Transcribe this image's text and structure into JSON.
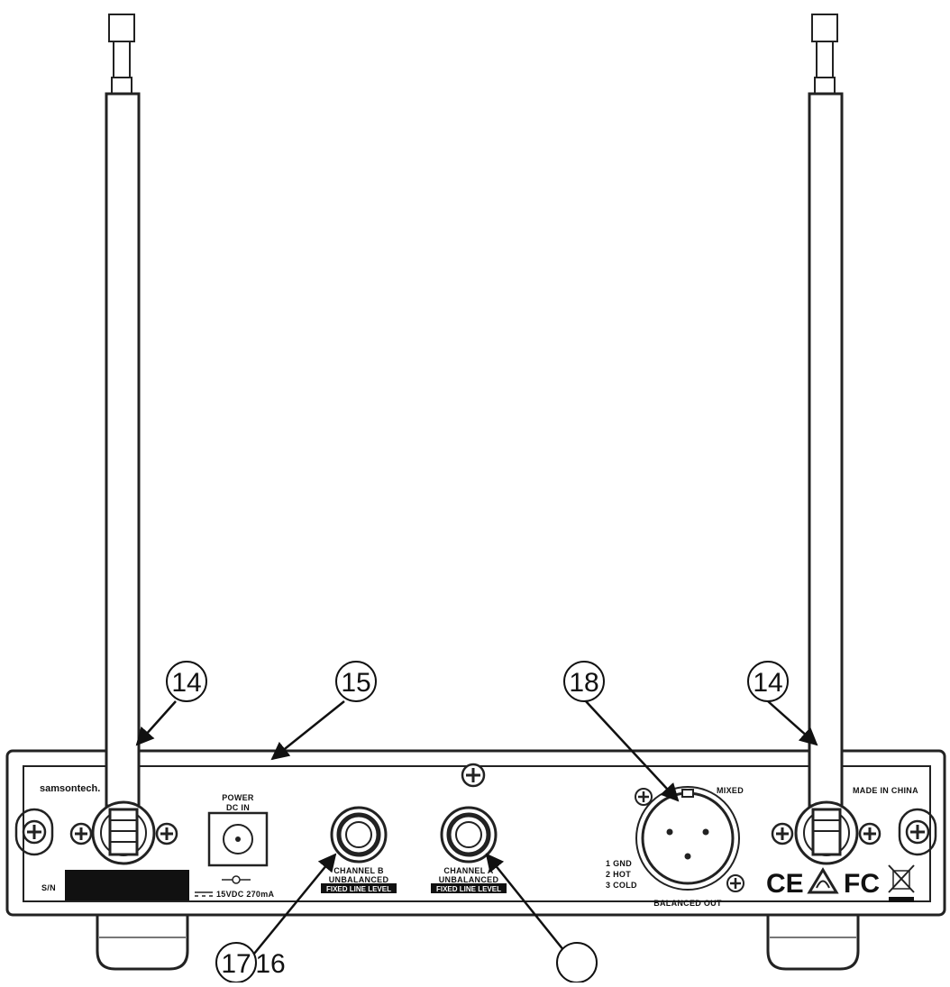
{
  "callouts": {
    "antenna_left": "14",
    "antenna_right": "14",
    "power": "15",
    "channel_b": "17",
    "channel_a": "16",
    "balanced": "18",
    "empty": ""
  },
  "panel": {
    "brand": "samsontech.",
    "made_in": "MADE IN CHINA",
    "power_line1": "POWER",
    "power_line2": "DC IN",
    "power_rating": "15VDC 270mA",
    "serial_label": "S/N",
    "chb_line1": "CHANNEL B",
    "chb_line2": "UNBALANCED",
    "chb_plate": "FIXED LINE LEVEL",
    "cha_line1": "CHANNEL A",
    "cha_line2": "UNBALANCED",
    "cha_plate": "FIXED LINE LEVEL",
    "mixed": "MIXED",
    "pin1": "1 GND",
    "pin2": "2 HOT",
    "pin3": "3 COLD",
    "balanced_out": "BALANCED OUT",
    "ce_mark": "CE",
    "fc_mark": "FC"
  }
}
